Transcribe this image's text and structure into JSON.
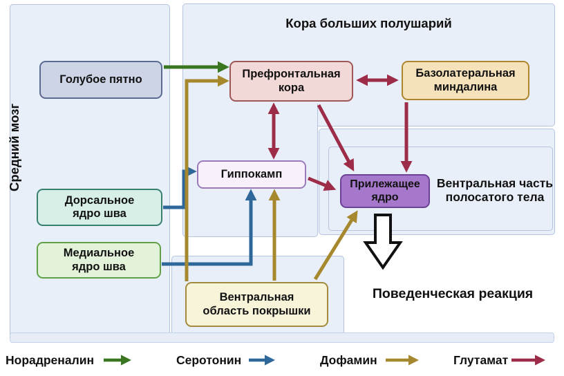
{
  "panels": {
    "midbrain": {
      "label": "Средний мозг"
    },
    "cortex": {
      "label": "Кора больших полушарий"
    },
    "ventral_striatum": {
      "lines": [
        "Вентральная часть",
        "полосатого тела"
      ]
    }
  },
  "nodes": {
    "locus_coeruleus": {
      "lines": [
        "Голубое пятно"
      ],
      "fill": "#cdd4e6",
      "border": "#5c6b92"
    },
    "prefrontal_cortex": {
      "lines": [
        "Префронтальная",
        "кора"
      ],
      "fill": "#f2d8d6",
      "border": "#9e5757"
    },
    "basolateral_amygdala": {
      "lines": [
        "Базолатеральная",
        "миндалина"
      ],
      "fill": "#f5e2ba",
      "border": "#ad862e"
    },
    "hippocampus": {
      "lines": [
        "Гиппокамп"
      ],
      "fill": "#f8f1fb",
      "border": "#9c79ba"
    },
    "nucleus_accumbens": {
      "lines": [
        "Прилежащее",
        "ядро"
      ],
      "fill": "#a678cb",
      "border": "#6a4197"
    },
    "dorsal_raphe": {
      "lines": [
        "Дорсальное",
        "ядро шва"
      ],
      "fill": "#d7efe7",
      "border": "#36806f"
    },
    "medial_raphe": {
      "lines": [
        "Медиальное",
        "ядро шва"
      ],
      "fill": "#e3f3da",
      "border": "#61a047"
    },
    "vta": {
      "lines": [
        "Вентральная",
        "область покрышки"
      ],
      "fill": "#f8f4d9",
      "border": "#a28c3c"
    }
  },
  "behavior_label": "Поведенческая реакция",
  "legend": {
    "items": [
      {
        "key": "noradrenaline",
        "label": "Норадреналин",
        "color": "#3a761f"
      },
      {
        "key": "serotonin",
        "label": "Серотонин",
        "color": "#2e689b"
      },
      {
        "key": "dopamine",
        "label": "Дофамин",
        "color": "#a6892e"
      },
      {
        "key": "glutamate",
        "label": "Глутамат",
        "color": "#9d2c49"
      }
    ]
  },
  "colors": {
    "panel_fill": "#e9eff8",
    "panel_border": "#b3c3e0",
    "behavior_arrow_stroke": "#111111",
    "behavior_arrow_fill": "#ffffff"
  }
}
